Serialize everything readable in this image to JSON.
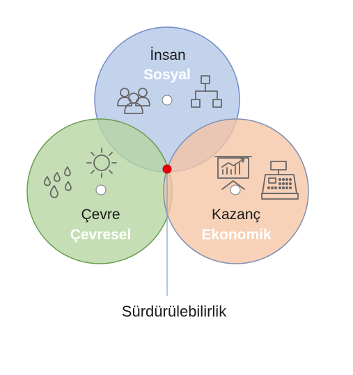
{
  "circles": {
    "insan": {
      "title": "İnsan",
      "subtitle": "Sosyal",
      "fill": "#b4c6e7",
      "stroke": "#6f8dc6",
      "icons": [
        "people-group-icon",
        "hierarchy-chart-icon"
      ]
    },
    "cevre": {
      "title": "Çevre",
      "subtitle": "Çevresel",
      "fill": "#b5d5a0",
      "stroke": "#6a9d4f",
      "icons": [
        "raindrops-icon",
        "sun-icon"
      ]
    },
    "kazanc": {
      "title": "Kazanç",
      "subtitle": "Ekonomik",
      "fill": "#f5c4a4",
      "stroke": "#7f8fb0",
      "icons": [
        "presentation-chart-icon",
        "cash-register-icon"
      ]
    }
  },
  "center": {
    "label": "Sürdürülebilirlik",
    "marker_color": "#e8000f"
  },
  "colors": {
    "icon_stroke": "#666666",
    "pointer_line": "#7f9fd0"
  }
}
